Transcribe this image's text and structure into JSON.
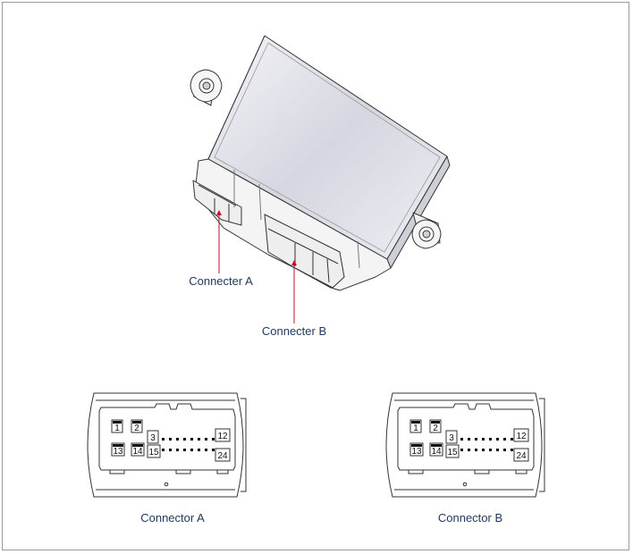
{
  "callouts": {
    "a": "Connecter A",
    "b": "Connecter B"
  },
  "connectors": [
    {
      "caption": "Connector A",
      "pins": {
        "p1": "1",
        "p2": "2",
        "p3": "3",
        "p12": "12",
        "p13": "13",
        "p14": "14",
        "p15": "15",
        "p24": "24"
      }
    },
    {
      "caption": "Connector B",
      "pins": {
        "p1": "1",
        "p2": "2",
        "p3": "3",
        "p12": "12",
        "p13": "13",
        "p14": "14",
        "p15": "15",
        "p24": "24"
      }
    }
  ],
  "colors": {
    "callout_line": "#c8102e",
    "label_text": "#1f3a60",
    "outline": "#333333"
  }
}
